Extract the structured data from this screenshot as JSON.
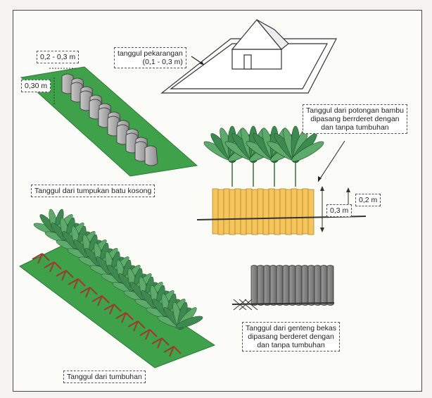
{
  "labels": {
    "stone_top_width": "0,2 - 0,3 m",
    "stone_height": "0,30 m",
    "yard_bund_line1": "tanggul pekarangan",
    "yard_bund_line2": "(0,1 - 0,3 m)",
    "bamboo_line1": "Tanggul dari potongan bambu",
    "bamboo_line2": "dipasang berrderet dengan",
    "bamboo_line3": "dan tanpa tumbuhan",
    "bamboo_height_above": "0,2 m",
    "bamboo_height_below": "0,3 m",
    "stone_caption": "Tanggul dari tumpukan batu kosong",
    "roof_tile_line1": "Tanggul dari genteng bekas",
    "roof_tile_line2": "dipasang berderet dengan",
    "roof_tile_line3": "dan tanpa tumbuhan",
    "plant_caption": "Tanggul dari tumbuhan"
  },
  "colors": {
    "grass": "#3fa24a",
    "stone": "#a9a9a9",
    "bamboo": "#f5c55a",
    "leaf": "#4f9a5e",
    "root": "#9b3a2a",
    "tile": "#8a8a8a"
  }
}
